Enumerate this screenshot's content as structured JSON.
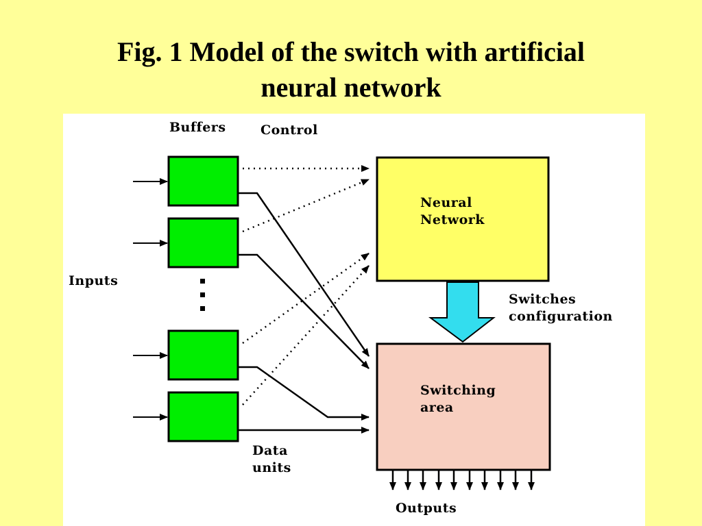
{
  "slide": {
    "title_line1": "Fig. 1 Model of the switch with artificial",
    "title_line2": "neural network"
  },
  "diagram": {
    "labels": {
      "buffers": "Buffers",
      "control": "Control",
      "inputs": "Inputs",
      "data_units_line1": "Data",
      "data_units_line2": "units",
      "switches_config_line1": "Switches",
      "switches_config_line2": "configuration",
      "outputs": "Outputs"
    },
    "neural_network": {
      "line1": "Neural",
      "line2": "Network"
    },
    "switching_area": {
      "line1": "Switching",
      "line2": "area"
    },
    "buffer_count_shown": 4,
    "output_arrow_count": 10,
    "colors": {
      "background": "#ffff99",
      "buffer": "#00ee00",
      "neural_network": "#ffff66",
      "switching_area": "#f8cfc0",
      "config_arrow": "#33ddee"
    }
  }
}
